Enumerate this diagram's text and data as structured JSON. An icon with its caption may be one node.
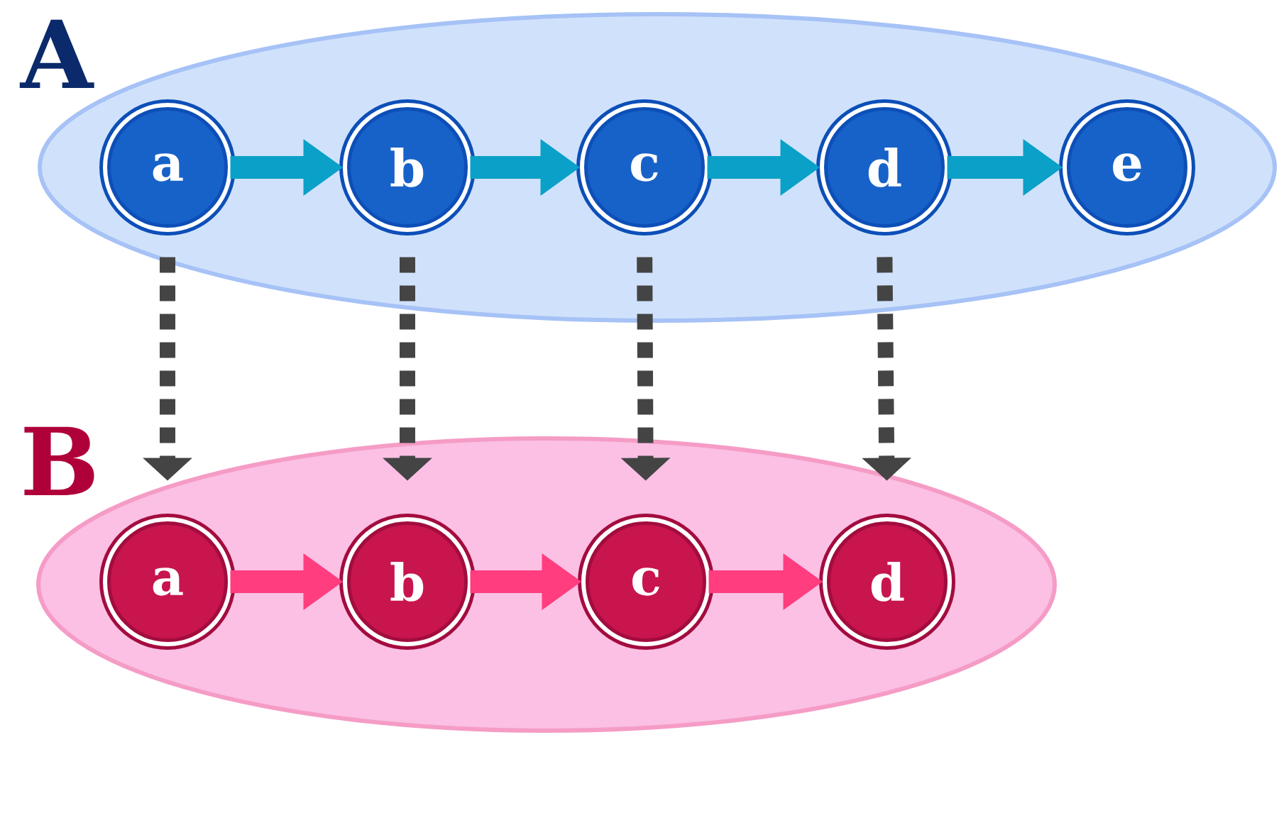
{
  "diagram": {
    "nodes": [
      {
        "text": [
          "A"
        ]
      },
      {
        "text": [
          "a"
        ],
        "in": 0
      },
      {
        "text": [
          "b"
        ],
        "in": 0
      },
      {
        "text": [
          "c"
        ],
        "in": 0
      },
      {
        "text": [
          "d"
        ],
        "in": 0
      },
      {
        "text": [
          "e"
        ],
        "in": 0
      },
      {
        "text": [
          "B"
        ]
      },
      {
        "text": [
          "a"
        ],
        "in": 6
      },
      {
        "text": [
          "b"
        ],
        "in": 6
      },
      {
        "text": [
          "c"
        ],
        "in": 6
      },
      {
        "text": [
          "d"
        ],
        "in": 6
      }
    ],
    "edges": [
      {
        "from": 1,
        "to": 2,
        "arrow": "to",
        "color": "#0aa0c8"
      },
      {
        "from": 2,
        "to": 3,
        "arrow": "to",
        "color": "#0aa0c8"
      },
      {
        "from": 3,
        "to": 4,
        "arrow": "to",
        "color": "#0aa0c8"
      },
      {
        "from": 4,
        "to": 5,
        "arrow": "to",
        "color": "#0aa0c8"
      },
      {
        "from": 7,
        "to": 8,
        "arrow": "to",
        "color": "#ff3d7f"
      },
      {
        "from": 8,
        "to": 9,
        "arrow": "to",
        "color": "#ff3d7f"
      },
      {
        "from": 9,
        "to": 10,
        "arrow": "to",
        "color": "#ff3d7f"
      },
      {
        "from": 1,
        "to": 7,
        "arrow": "to",
        "style": "dashed",
        "color": "#444444"
      },
      {
        "from": 2,
        "to": 8,
        "arrow": "to",
        "style": "dashed",
        "color": "#444444"
      },
      {
        "from": 3,
        "to": 9,
        "arrow": "to",
        "style": "dashed",
        "color": "#444444"
      },
      {
        "from": 4,
        "to": 10,
        "arrow": "to",
        "style": "dashed",
        "color": "#444444"
      }
    ]
  }
}
